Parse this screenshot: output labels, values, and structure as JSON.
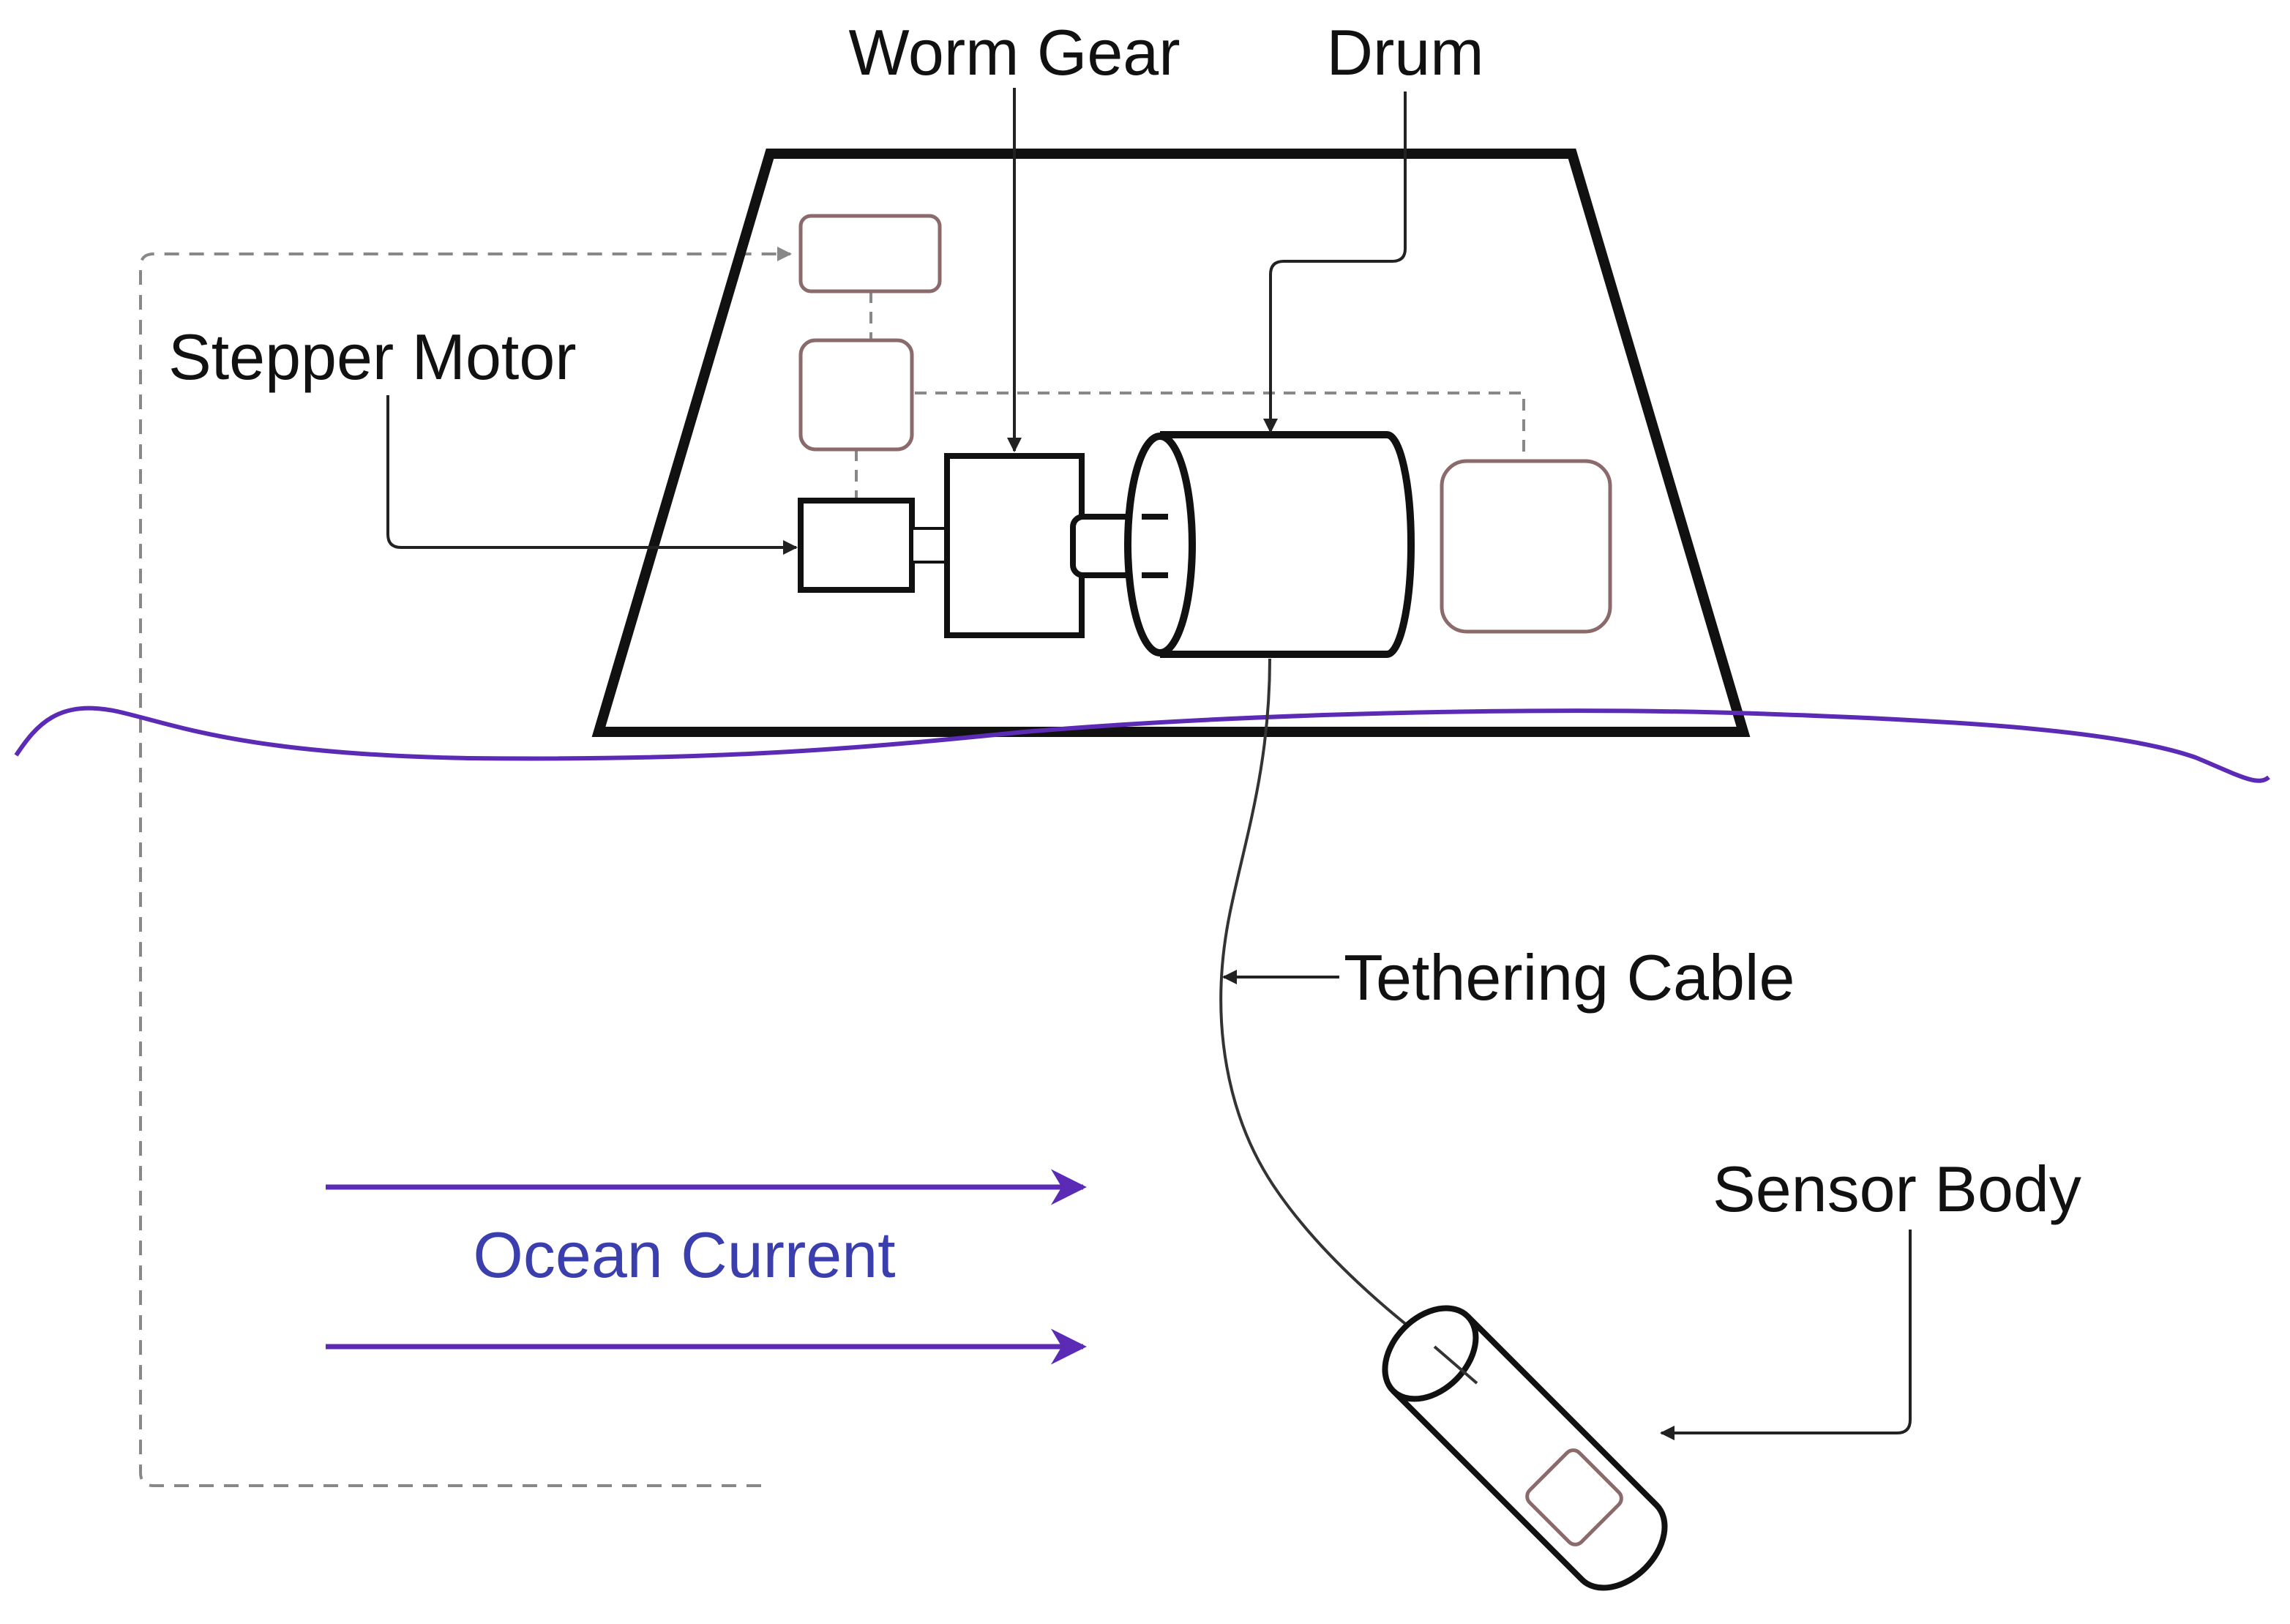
{
  "labels": {
    "worm_gear": "Worm Gear",
    "drum": "Drum",
    "stepper_motor": "Stepper Motor",
    "tethering_cable": "Tethering Cable",
    "sensor_body": "Sensor Body",
    "ocean_current": "Ocean Current"
  },
  "colors": {
    "outline": "#111111",
    "leader": "#333333",
    "water": "#5b2bb5",
    "current_text": "#3b3fae",
    "component": "#8a6a6a",
    "dashed_link": "#888888"
  }
}
